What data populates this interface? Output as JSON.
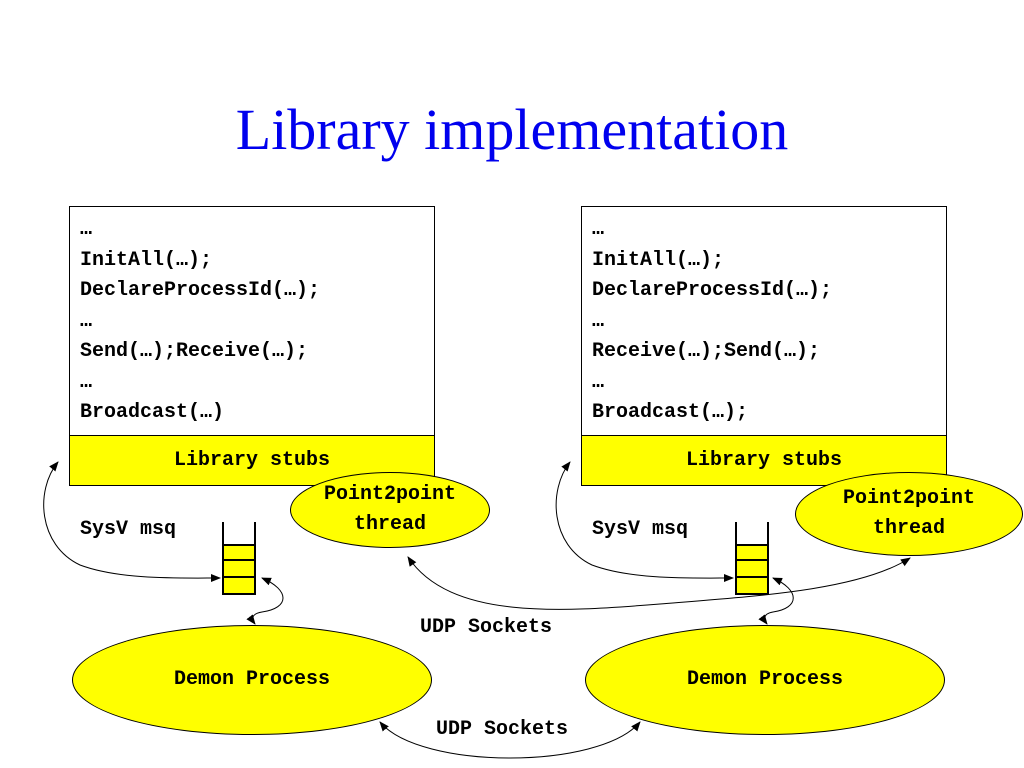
{
  "title": "Library implementation",
  "left_program": {
    "lines": [
      "…",
      "InitAll(…);",
      "DeclareProcessId(…);",
      "…",
      "Send(…);Receive(…);",
      "…",
      "Broadcast(…)"
    ],
    "stubs_label": "Library stubs",
    "thread_label": "Point2point\nthread",
    "queue_label": "SysV msq",
    "demon_label": "Demon Process"
  },
  "right_program": {
    "lines": [
      "…",
      "InitAll(…);",
      "DeclareProcessId(…);",
      "…",
      "Receive(…);Send(…);",
      "…",
      "Broadcast(…);"
    ],
    "stubs_label": "Library stubs",
    "thread_label": "Point2point\nthread",
    "queue_label": "SysV msq",
    "demon_label": "Demon Process"
  },
  "udp_threads_label": "UDP Sockets",
  "udp_demons_label": "UDP Sockets",
  "colors": {
    "title": "#0000ee",
    "fill": "#ffff00",
    "line": "#000000"
  }
}
